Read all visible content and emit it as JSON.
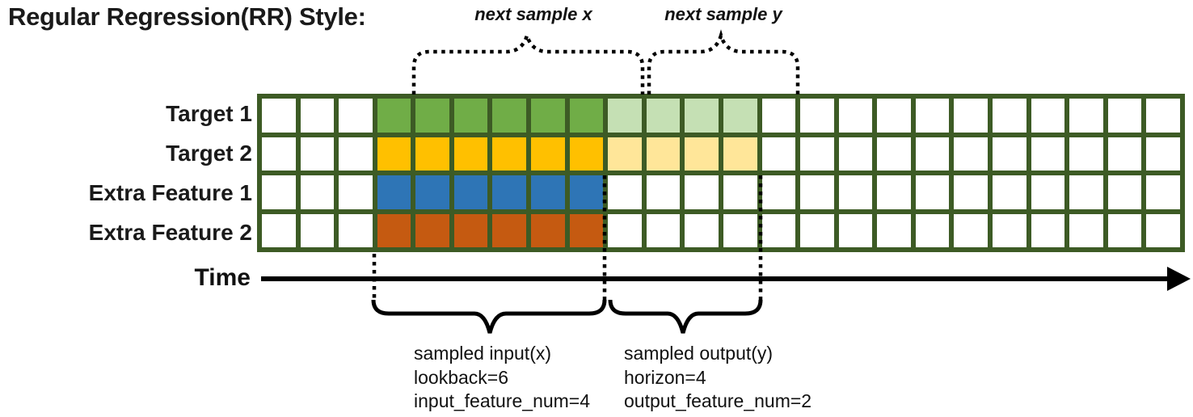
{
  "title": "Regular Regression(RR) Style:",
  "annotations": {
    "next_sample_x": "next sample x",
    "next_sample_y": "next sample y"
  },
  "rows": [
    {
      "label": "Target 1",
      "input_color": "#70ad47",
      "output_color": "#c5e0b4"
    },
    {
      "label": "Target 2",
      "input_color": "#ffc000",
      "output_color": "#ffe699"
    },
    {
      "label": "Extra Feature 1",
      "input_color": "#2e75b6",
      "output_color": null
    },
    {
      "label": "Extra Feature 2",
      "input_color": "#c55a11",
      "output_color": null
    }
  ],
  "grid": {
    "columns": 24,
    "input_start_col": 4,
    "input_end_col": 9,
    "output_start_col": 10,
    "output_end_col": 13,
    "border_color": "#3d5b25",
    "empty_cell_color": "#ffffff"
  },
  "time_axis": {
    "label": "Time"
  },
  "sampled_input": {
    "line1": "sampled input(x)",
    "line2": "lookback=6",
    "line3": "input_feature_num=4"
  },
  "sampled_output": {
    "line1": "sampled output(y)",
    "line2": "horizon=4",
    "line3": "output_feature_num=2"
  }
}
